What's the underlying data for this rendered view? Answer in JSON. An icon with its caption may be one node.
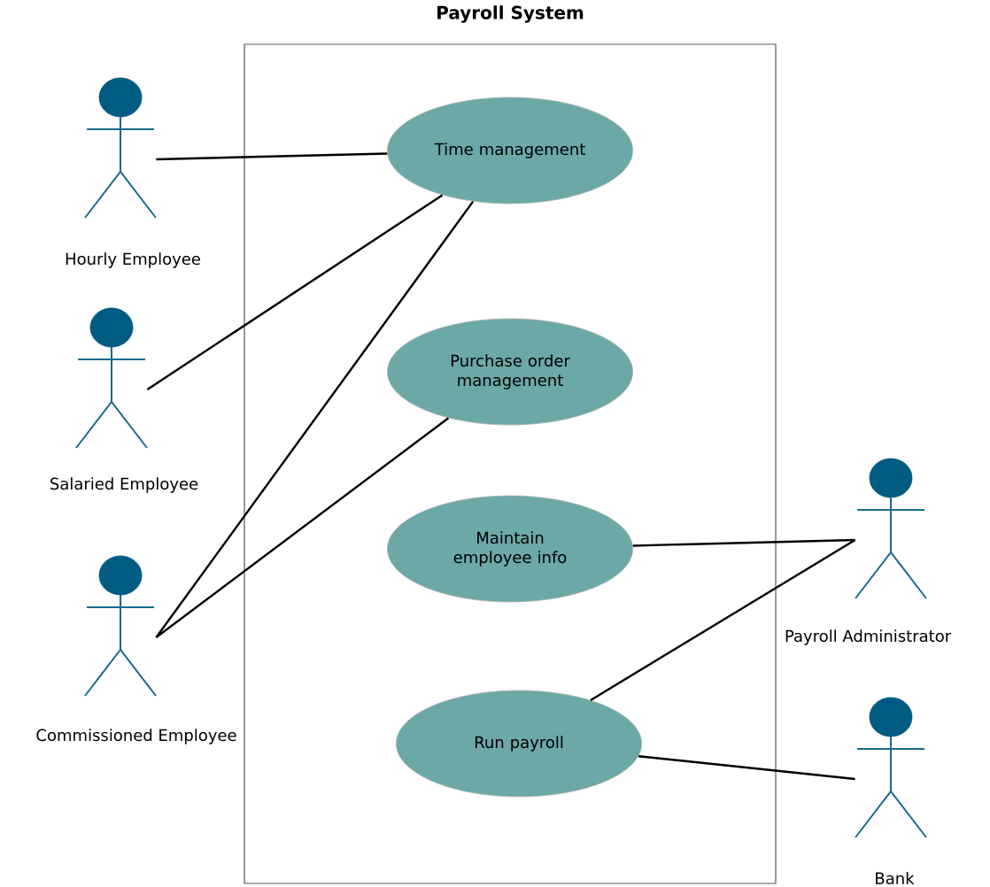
{
  "diagram": {
    "nodes": [
      {
        "text": [
          "Payroll System"
        ]
      },
      {
        "text": [
          "Time management"
        ],
        "in": 0
      },
      {
        "text": [
          "Purchase order management"
        ],
        "in": 0
      },
      {
        "text": [
          "Maintain employee info"
        ],
        "in": 0
      },
      {
        "text": [
          "Run payroll"
        ],
        "in": 0
      },
      {
        "text": [
          "Hourly Employee"
        ]
      },
      {
        "text": [
          "Salaried Employee"
        ]
      },
      {
        "text": [
          "Commissioned Employee"
        ]
      },
      {
        "text": [
          "Payroll Administrator"
        ]
      },
      {
        "text": [
          "Bank"
        ]
      }
    ],
    "edges": [
      {
        "from": 5,
        "to": 1,
        "arrow": "none"
      },
      {
        "from": 6,
        "to": 1,
        "arrow": "none"
      },
      {
        "from": 7,
        "to": 1,
        "arrow": "none"
      },
      {
        "from": 7,
        "to": 2,
        "arrow": "none"
      },
      {
        "from": 8,
        "to": 3,
        "arrow": "none"
      },
      {
        "from": 8,
        "to": 4,
        "arrow": "none"
      },
      {
        "from": 9,
        "to": 4,
        "arrow": "none"
      }
    ]
  }
}
